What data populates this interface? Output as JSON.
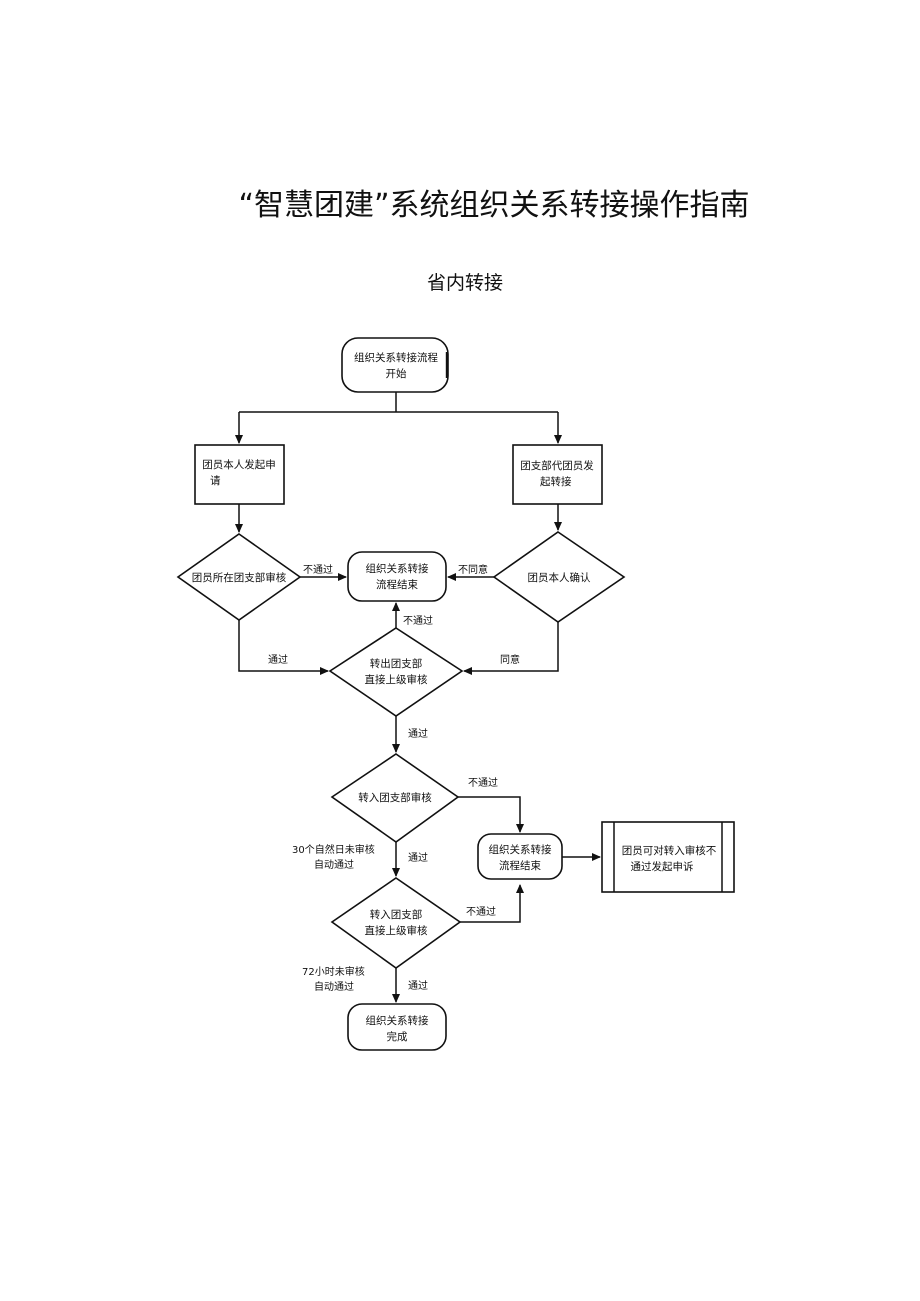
{
  "title": "“智慧团建”系统组织关系转接操作指南",
  "subtitle": "省内转接",
  "nodes": {
    "start": [
      "组织关系转接流程",
      "开始"
    ],
    "self_apply": [
      "团员本人发起申",
      "请"
    ],
    "branch_apply": [
      "团支部代团员发",
      "起转接"
    ],
    "branch_review": [
      "团员所在团支部审核"
    ],
    "end_top": [
      "组织关系转接",
      "流程结束"
    ],
    "self_confirm": [
      "团员本人确认"
    ],
    "out_upper_review": [
      "转出团支部",
      "直接上级审核"
    ],
    "in_review": [
      "转入团支部审核"
    ],
    "end_mid": [
      "组织关系转接",
      "流程结束"
    ],
    "appeal": [
      "团员可对转入审核不",
      "通过发起申诉"
    ],
    "in_upper_review": [
      "转入团支部",
      "直接上级审核"
    ],
    "complete": [
      "组织关系转接",
      "完成"
    ]
  },
  "edge_labels": {
    "reject_left": "不通过",
    "disagree": "不同意",
    "reject_up": "不通过",
    "pass_left": "通过",
    "agree": "同意",
    "pass_down_1": "通过",
    "reject_in": "不通过",
    "auto30_line1": "30个自然日未审核",
    "auto30_line2": "自动通过",
    "pass_down_2": "通过",
    "reject_in_upper": "不通过",
    "auto72_line1": "72小时未审核",
    "auto72_line2": "自动通过",
    "pass_down_3": "通过"
  }
}
